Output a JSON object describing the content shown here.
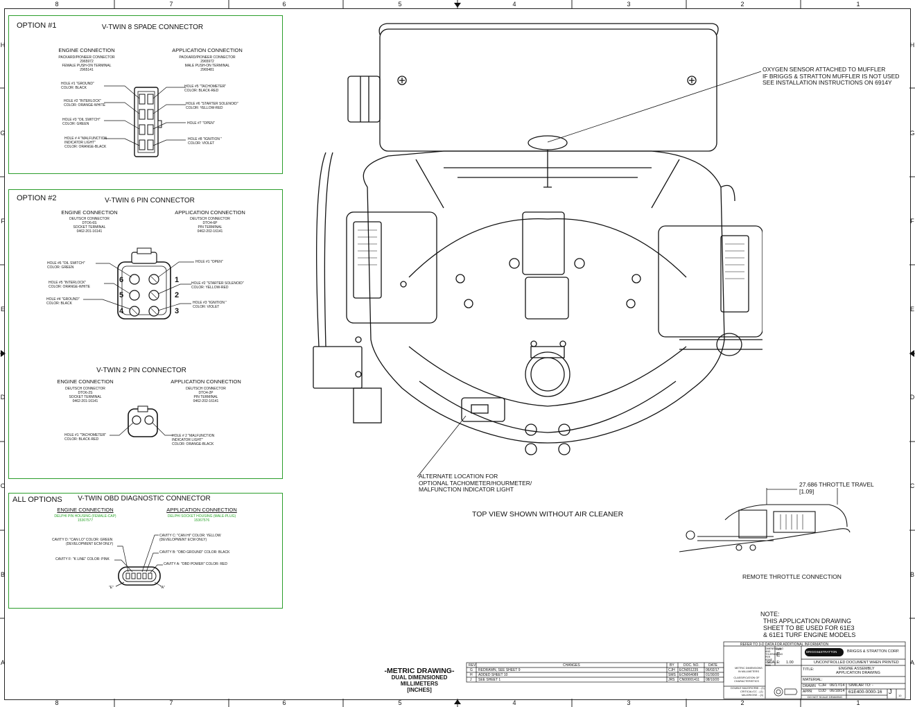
{
  "zones": {
    "columns": [
      "8",
      "7",
      "6",
      "5",
      "4",
      "3",
      "2",
      "1"
    ],
    "rows": [
      "H",
      "G",
      "F",
      "E",
      "D",
      "C",
      "B",
      "A"
    ]
  },
  "option1": {
    "label": "OPTION #1",
    "title": "V-TWIN 8 SPADE CONNECTOR",
    "engine": {
      "heading": "ENGINE CONNECTION",
      "lines": [
        "PACKARD/PIONEER CONNECTOR",
        "2965972",
        "FEMALE PUSH-ON TERMINAL",
        "2965141"
      ]
    },
    "application": {
      "heading": "APPLICATION CONNECTION",
      "lines": [
        "PACKARD/PIONEER CONNECTOR",
        "2965972",
        "MALE PUSH-ON TERMINAL",
        "2965481"
      ]
    },
    "left_holes": [
      {
        "hole": "HOLE #1 \"GROUND\"",
        "color": "COLOR: BLACK"
      },
      {
        "hole": "HOLE #2 \"INTERLOCK\"",
        "color": "COLOR: ORANGE-WHITE"
      },
      {
        "hole": "HOLE #3 \"OIL SWITCH\"",
        "color": "COLOR: GREEN"
      },
      {
        "hole": "HOLE # 4 \"MALFUNCTION",
        "extra": "INDICATOR LIGHT\"",
        "color": "COLOR: ORANGE-BLACK"
      }
    ],
    "right_holes": [
      {
        "hole": "HOLE #5 \"TACHOMETER\"",
        "color": "COLOR: BLACK-RED"
      },
      {
        "hole": "HOLE #6 \"STARTER SOLENOID\"",
        "color": "COLOR: YELLOW-RED"
      },
      {
        "hole": "HOLE #7 \"OPEN\"",
        "color": ""
      },
      {
        "hole": "HOLE #8 \"IGNITION \"",
        "color": "COLOR: VIOLET"
      }
    ]
  },
  "option2": {
    "label": "OPTION #2",
    "title": "V-TWIN 6 PIN CONNECTOR",
    "engine": {
      "heading": "ENGINE CONNECTION",
      "lines": [
        "DEUTSCH CONNECTOR",
        "DTO6-6S",
        "SOCKET TERMINAL",
        "0462-201-16141"
      ]
    },
    "application": {
      "heading": "APPLICATION CONNECTION",
      "lines": [
        "DEUTSCH CONNECTOR",
        "DTO4-6P",
        "PIN TERMINAL",
        "0462-202-16141"
      ]
    },
    "left_holes": [
      {
        "hole": "HOLE #6 \"OIL SWITCH\"",
        "color": "COLOR: GREEN"
      },
      {
        "hole": "HOLE #5 \"INTERLOCK\"",
        "color": "COLOR: ORANGE-WHITE"
      },
      {
        "hole": "HOLE #4 \"GROUND\"",
        "color": "COLOR: BLACK"
      }
    ],
    "right_holes": [
      {
        "hole": "HOLE #1 \"OPEN\"",
        "color": ""
      },
      {
        "hole": "HOLE #2 \"STARTER SOLENOID\"",
        "color": "COLOR: YELLOW-RED"
      },
      {
        "hole": "HOLE #3 \"IGNITION \"",
        "color": "COLOR: VIOLET"
      }
    ],
    "pins_left": [
      "6",
      "5",
      "4"
    ],
    "pins_right": [
      "1",
      "2",
      "3"
    ],
    "two_pin": {
      "title": "V-TWIN 2 PIN CONNECTOR",
      "engine": {
        "heading": "ENGINE CONNECTION",
        "lines": [
          "DEUTSCH CONNECTOR",
          "DTO6-2S",
          "SOCKET TERMINAL",
          "0462-201-16141"
        ]
      },
      "application": {
        "heading": "APPLICATION CONNECTION",
        "lines": [
          "DEUTSCH CONNECTOR",
          "DTO4-2P",
          "PIN TERMINAL",
          "0462-202-16141"
        ]
      },
      "left": {
        "hole": "HOLE #1 \"TACHOMETER\"",
        "color": "COLOR: BLACK-RED"
      },
      "right": {
        "hole": "HOLE # 2 \"MALFUNCTION",
        "extra": "INDICATOR LIGHT\"",
        "color": "COLOR: ORANGE-BLACK"
      }
    }
  },
  "all_options": {
    "label": "ALL OPTIONS",
    "title": "V-TWIN OBD DIAGNOSTIC CONNECTOR",
    "engine": {
      "heading": "ENGINE CONNECTION",
      "lines": [
        "DELPHI PIN HOUSING (FEMALE-CAP)",
        "15367577"
      ]
    },
    "application": {
      "heading": "APPLICATION CONNECTION",
      "lines": [
        "DELPHI SOCKET HOUSING (MALE-PLUG)",
        "15367576"
      ]
    },
    "cav_d": "CAVITY D: \"CAN LO\" COLOR: GREEN",
    "cav_d2": "(DEVELOPMENT ECM ONLY)",
    "cav_f": "CAVITY F: \"K LINE\" COLOR: PINK",
    "cav_c": "CAVITY C: \"CAN HI\" COLOR: YELLOW",
    "cav_c2": "(DEVELOPMENT ECM ONLY)",
    "cav_b": "CAVITY B: \"OBD GROUND\" COLOR: BLACK",
    "cav_a": "CAVITY A: \"OBD POWER\" COLOR: RED",
    "end_e": "\"E\"",
    "end_a": "\"A\""
  },
  "callouts": {
    "oxygen": [
      "OXYGEN SENSOR ATTACHED TO MUFFLER",
      "IF BRIGGS & STRATTON MUFFLER IS NOT USED",
      "SEE INSTALLATION INSTRUCTIONS ON 6914Y"
    ],
    "alternate": [
      "ALTERNATE LOCATION FOR",
      "OPTIONAL TACHOMETER/HOURMETER/",
      "MALFUNCTION INDICATOR LIGHT"
    ],
    "top_view": "TOP VIEW SHOWN WITHOUT AIR CLEANER",
    "throttle_travel": "27.686 THROTTLE TRAVEL",
    "throttle_inch": "[1.09]",
    "remote": "REMOTE THROTTLE CONNECTION"
  },
  "note": [
    "NOTE:",
    "THIS APPLICATION DRAWING",
    "SHEET TO BE USED FOR 61E3",
    "& 61E1 TURF ENGINE MODELS"
  ],
  "metric": [
    "-METRIC DRAWING-",
    "DUAL DIMENSIONED",
    "MILLIMETERS",
    "[INCHES]"
  ],
  "title_block": {
    "refer": "REFER TO 3-D DATA FOR ADDITIONAL INFORMATION",
    "company": "BRIGGS & STRATTON CORP.",
    "uncontrolled": "UNCONTROLLED DOCUMENT WHEN PRINTED",
    "scale_label": "SCALE:",
    "scale": "1.00",
    "size_label": "SIZE",
    "size": "E",
    "title_label": "TITLE:",
    "title1": "ENGINE ASSEMBLY",
    "title2": "APPLICATION DRAWING",
    "material_label": "MATERIAL:",
    "drawn_label": "DRAWN",
    "drawn_by": "CJH",
    "drawn_date": "06/17/14",
    "similar": "SIMILAR TO: -",
    "appr_label": "APPR",
    "appr_by": "DJD",
    "appr_date": "06/18/14",
    "part_no": "61E400-0000-16",
    "rev": "J",
    "do_not_scale": "DO NOT SCALE DRAWING",
    "dim_note": "DIMENSIONING AND TOLERANCING PER ASME Y14.5-2009",
    "metric_dim": "METRIC DIMENSIONS IN MILLIMETERS",
    "classification": "CLASSIFICATION OF CHARACTERISTICS",
    "major": "DOUBLE MAJOR/CRIB ...(1)",
    "critical": "CRITICAL/CC ...(1)",
    "major2": "MAJOR/OSE ...(1)",
    "brand": "BRIGGS&STRATTON",
    "rev_header": [
      "REV",
      "CHANGES",
      "BY",
      "DOC. NO.",
      "DATE"
    ],
    "revisions": [
      [
        "G",
        "REDRAWN, SEE SHEET 9",
        "CJH",
        "ECN051235",
        "06/02/17"
      ],
      [
        "H",
        "ADDED SHEET 10",
        "SMS",
        "ECN064089",
        "01/30/20"
      ],
      [
        "J",
        "SEE SHEET 1",
        "JRS",
        "CN00001411",
        "08/10/20"
      ]
    ],
    "sheet": "10"
  }
}
